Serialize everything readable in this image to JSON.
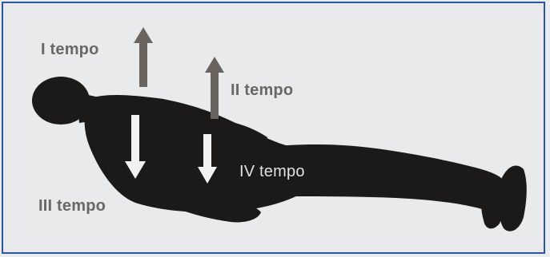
{
  "diagram": {
    "labels": {
      "first": "I tempo",
      "second": "II tempo",
      "third": "III tempo",
      "fourth": "IV tempo"
    },
    "colors": {
      "frame_border": "#2c55a4",
      "background": "#e8eaec",
      "silhouette": "#1c1a19",
      "up_arrow": "#6b645e",
      "down_arrow": "#f2f2f2",
      "light_label": "#e1e1e1",
      "dark_label": "#6b6763"
    },
    "icons": [
      "lying-person-silhouette",
      "up-arrow-icon",
      "down-arrow-icon"
    ]
  }
}
